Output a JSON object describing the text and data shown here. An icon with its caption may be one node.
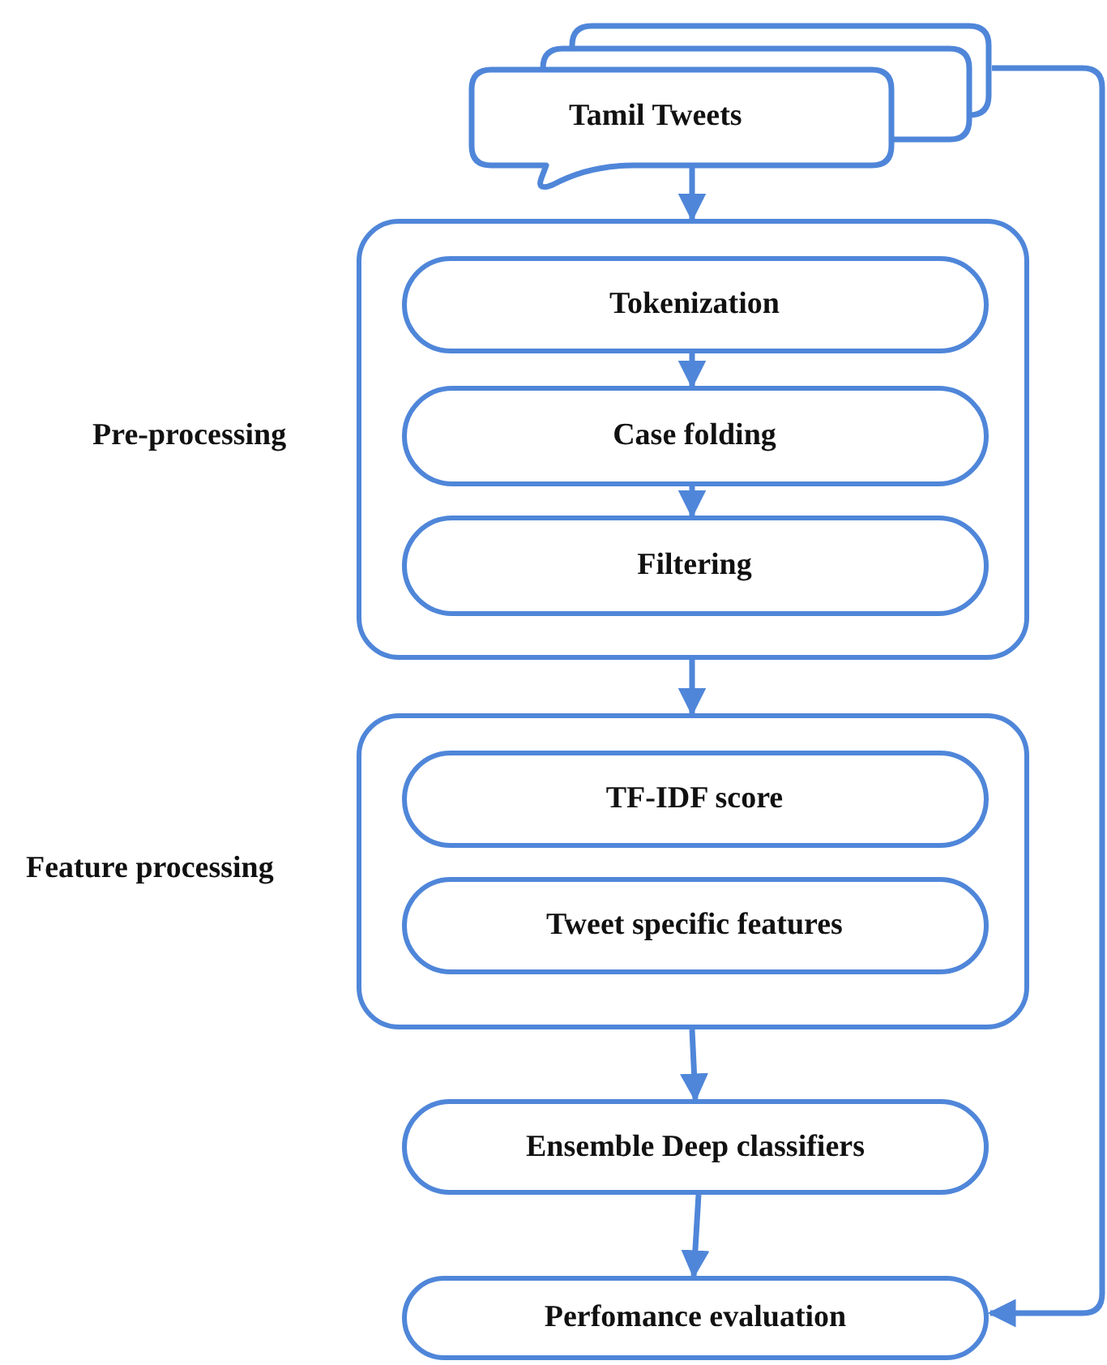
{
  "diagram": {
    "nodes": [
      {
        "text": [
          "Tamil Tweets"
        ]
      },
      {
        "text": [
          "Pre-processing"
        ]
      },
      {
        "text": [
          "Tokenization"
        ],
        "in": 1
      },
      {
        "text": [
          "Case folding"
        ],
        "in": 1
      },
      {
        "text": [
          "Filtering"
        ],
        "in": 1
      },
      {
        "text": [
          "Feature processing"
        ]
      },
      {
        "text": [
          "TF-IDF score"
        ],
        "in": 5
      },
      {
        "text": [
          "Tweet specific features"
        ],
        "in": 5
      },
      {
        "text": [
          "Ensemble Deep classifiers"
        ]
      },
      {
        "text": [
          "Perfomance evaluation"
        ]
      }
    ],
    "edges": [
      {
        "from": 0,
        "to": 1,
        "arrow": "to"
      },
      {
        "from": 2,
        "to": 3,
        "arrow": "to"
      },
      {
        "from": 3,
        "to": 4,
        "arrow": "to"
      },
      {
        "from": 1,
        "to": 5,
        "arrow": "to"
      },
      {
        "from": 5,
        "to": 8,
        "arrow": "to"
      },
      {
        "from": 8,
        "to": 9,
        "arrow": "to"
      },
      {
        "from": 0,
        "to": 9,
        "arrow": "to"
      }
    ]
  }
}
